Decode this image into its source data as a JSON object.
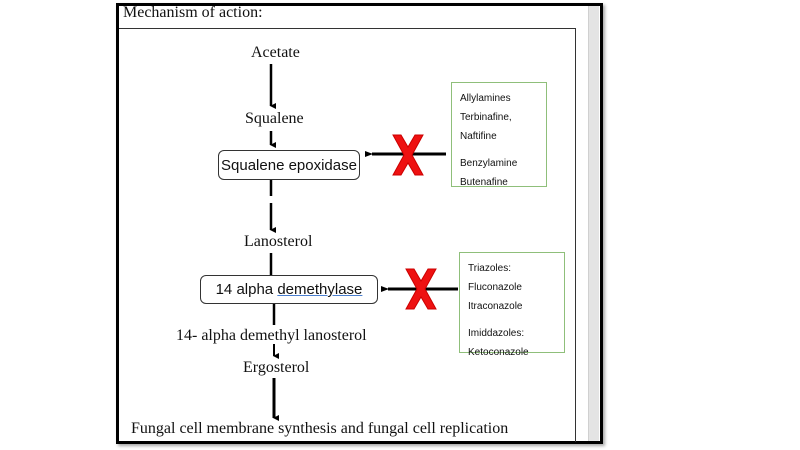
{
  "heading": "Mechanism of action:",
  "pathway": {
    "acetate": "Acetate",
    "squalene": "Squalene",
    "squalene_epoxidase": "Squalene epoxidase",
    "lanosterol": "Lanosterol",
    "demethylase_prefix": "14 alpha ",
    "demethylase_word": "demethylase",
    "demethyl_lanosterol": "14- alpha demethyl lanosterol",
    "ergosterol": "Ergosterol",
    "final": "Fungal cell membrane synthesis and fungal cell replication"
  },
  "inhibitors": {
    "allylamines": {
      "group1_title": "Allylamines",
      "group1_items": [
        "Terbinafine,",
        "Naftifine"
      ],
      "group2_title": "Benzylamine",
      "group2_items": [
        "Butenafine"
      ]
    },
    "azoles": {
      "group1_title": "Triazoles:",
      "group1_items": [
        "Fluconazole",
        "Itraconazole"
      ],
      "group2_title": "Imiddazoles:",
      "group2_items": [
        "Ketoconazole"
      ]
    }
  },
  "colors": {
    "block_x": "#ee1111",
    "drug_box_border": "#8fbf7a",
    "arrow": "#000000"
  },
  "icons": [
    "block-x-icon",
    "block-x-icon"
  ]
}
